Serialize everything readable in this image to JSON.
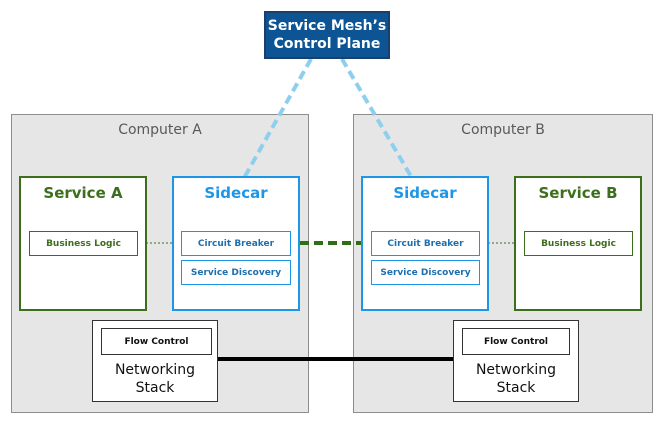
{
  "control_plane": {
    "line1": "Service Mesh’s",
    "line2": "Control Plane"
  },
  "computers": [
    {
      "label": "Computer A",
      "service": {
        "title": "Service A",
        "logic": "Business Logic"
      },
      "sidecar": {
        "title": "Sidecar",
        "modules": [
          "Circuit Breaker",
          "Service Discovery"
        ]
      },
      "networking": {
        "module": "Flow Control",
        "line1": "Networking",
        "line2": "Stack"
      }
    },
    {
      "label": "Computer B",
      "service": {
        "title": "Service B",
        "logic": "Business Logic"
      },
      "sidecar": {
        "title": "Sidecar",
        "modules": [
          "Circuit Breaker",
          "Service Discovery"
        ]
      },
      "networking": {
        "module": "Flow Control",
        "line1": "Networking",
        "line2": "Stack"
      }
    }
  ],
  "colors": {
    "control_plane": "#0d5494",
    "service": "#3c6e1c",
    "sidecar": "#1e96e8",
    "control_link": "#8fcfee",
    "sidecar_link": "#2e6e14",
    "network_link": "#000000"
  }
}
